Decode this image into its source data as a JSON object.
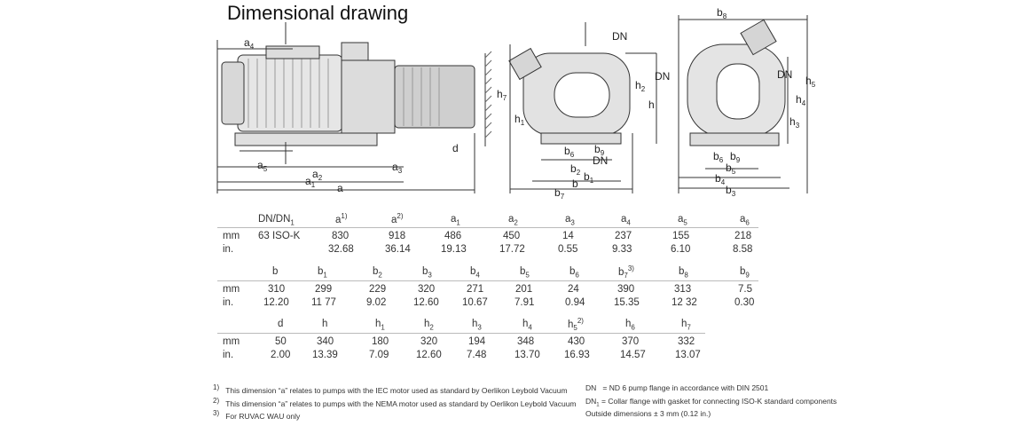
{
  "title": "Dimensional drawing",
  "drawing_labels": {
    "a": "a",
    "a1": "a",
    "a2": "a",
    "a3": "a",
    "a4": "a",
    "a5": "a",
    "b": "b",
    "b1": "b",
    "b2": "b",
    "b3": "b",
    "b4": "b",
    "b5": "b",
    "b6": "b",
    "b7": "b",
    "b8": "b",
    "b9": "b",
    "d": "d",
    "h": "h",
    "h1": "h",
    "h2": "h",
    "h3": "h",
    "h4": "h",
    "h5": "h",
    "h7": "h",
    "DN": "DN"
  },
  "table1": {
    "headers": [
      "DN/DN",
      "a",
      "a",
      "a",
      "a",
      "a",
      "a",
      "a",
      "a"
    ],
    "header_subs": [
      "1",
      "",
      "",
      "1",
      "2",
      "3",
      "4",
      "5",
      "6"
    ],
    "header_sups": [
      "",
      "1)",
      "2)",
      "",
      "",
      "",
      "",
      "",
      ""
    ],
    "row_mm_label": "mm",
    "row_in_label": "in.",
    "mm": [
      "63 ISO-K",
      "830",
      "918",
      "486",
      "450",
      "14",
      "237",
      "155",
      "218"
    ],
    "in": [
      "",
      "32.68",
      "36.14",
      "19.13",
      "17.72",
      "0.55",
      "9.33",
      "6.10",
      "8.58"
    ]
  },
  "table2": {
    "headers": [
      "b",
      "b",
      "b",
      "b",
      "b",
      "b",
      "b",
      "b",
      "b",
      "b"
    ],
    "header_subs": [
      "",
      "1",
      "2",
      "3",
      "4",
      "5",
      "6",
      "7",
      "8",
      "9"
    ],
    "header_sups": [
      "",
      "",
      "",
      "",
      "",
      "",
      "",
      "3)",
      "",
      ""
    ],
    "row_mm_label": "mm",
    "row_in_label": "in.",
    "mm": [
      "310",
      "299",
      "229",
      "320",
      "271",
      "201",
      "24",
      "390",
      "313",
      "7.5"
    ],
    "in": [
      "12.20",
      "11 77",
      "9.02",
      "12.60",
      "10.67",
      "7.91",
      "0.94",
      "15.35",
      "12 32",
      "0.30"
    ]
  },
  "table3": {
    "headers": [
      "d",
      "h",
      "h",
      "h",
      "h",
      "h",
      "h",
      "h",
      "h"
    ],
    "header_subs": [
      "",
      "",
      "1",
      "2",
      "3",
      "4",
      "5",
      "6",
      "7"
    ],
    "header_sups": [
      "",
      "",
      "",
      "",
      "",
      "",
      "2)",
      "",
      ""
    ],
    "row_mm_label": "mm",
    "row_in_label": "in.",
    "mm": [
      "50",
      "340",
      "180",
      "320",
      "194",
      "348",
      "430",
      "370",
      "332"
    ],
    "in": [
      "2.00",
      "13.39",
      "7.09",
      "12.60",
      "7.48",
      "13.70",
      "16.93",
      "14.57",
      "13.07"
    ]
  },
  "footnotes": [
    {
      "mark": "1)",
      "text": "This dimension “a” relates to pumps with the IEC motor used as standard by Oerlikon Leybold Vacuum"
    },
    {
      "mark": "2)",
      "text": "This dimension “a” relates to pumps with the NEMA motor used as standard by Oerlikon Leybold Vacuum"
    },
    {
      "mark": "3)",
      "text": "For RUVAC WAU only"
    }
  ],
  "notes": [
    {
      "key": "DN",
      "text": "= ND 6 pump flange in accordance with DIN 2501"
    },
    {
      "key": "DN",
      "sub": "1",
      "text": "= Collar flange with gasket for connecting ISO-K standard components"
    },
    {
      "text": "Outside dimensions ± 3 mm (0.12 in.)"
    }
  ]
}
